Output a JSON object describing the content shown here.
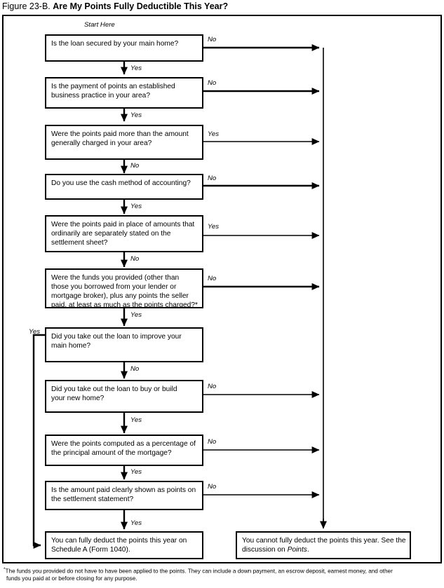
{
  "figure": {
    "label": "Figure 23-B.",
    "title": "Are My Points Fully Deductible This Year?"
  },
  "start_label": "Start Here",
  "nodes": [
    {
      "id": "q1",
      "lines": [
        "Is the loan secured by your main home?"
      ],
      "branch_down": "Yes",
      "branch_right": "No"
    },
    {
      "id": "q2",
      "lines": [
        "Is the payment of points an established",
        "business practice in your area?"
      ],
      "branch_down": "Yes",
      "branch_right": "No"
    },
    {
      "id": "q3",
      "lines": [
        "Were the points paid more than the amount",
        "generally charged in your area?"
      ],
      "branch_down": "No",
      "branch_right": "Yes"
    },
    {
      "id": "q4",
      "lines": [
        "Do you use the cash method of accounting?"
      ],
      "branch_down": "Yes",
      "branch_right": "No"
    },
    {
      "id": "q5",
      "lines": [
        "Were the points paid in place of amounts that",
        "ordinarily are separately stated on the",
        "settlement sheet?"
      ],
      "branch_down": "No",
      "branch_right": "Yes"
    },
    {
      "id": "q6",
      "lines": [
        "Were the funds you provided (other than",
        "those you borrowed from your lender or",
        "mortgage broker), plus any points the seller",
        "paid, at least as much as the points charged?*"
      ],
      "branch_down": "Yes",
      "branch_right": "No"
    },
    {
      "id": "q7",
      "lines": [
        "Did you take out the loan to improve your",
        "main home?"
      ],
      "branch_down": "No",
      "branch_left": "Yes"
    },
    {
      "id": "q8",
      "lines": [
        "Did you take out the loan to buy or build",
        "your new home?"
      ],
      "branch_down": "Yes",
      "branch_right": "No"
    },
    {
      "id": "q9",
      "lines": [
        "Were the points computed as a percentage of",
        "the principal amount of the mortgage?"
      ],
      "branch_down": "Yes",
      "branch_right": "No"
    },
    {
      "id": "q10",
      "lines": [
        "Is the amount paid clearly shown as points on",
        "the settlement statement?"
      ],
      "branch_down": "Yes",
      "branch_right": "No"
    }
  ],
  "outcomes": {
    "yes_outcome": {
      "line1": "You can fully deduct the points this year on",
      "line2": "Schedule A (Form 1040)."
    },
    "no_outcome": {
      "line1_a": "You cannot fully deduct the points this year. See the",
      "line2_a": "discussion on ",
      "line2_italic": "Points",
      "line2_b": "."
    }
  },
  "footnote": {
    "marker": "*",
    "line1": "The funds you provided do not have to have been applied to the points. They can include a down payment, an escrow deposit, earnest money, and other",
    "line2": "funds you paid at or before closing for any purpose."
  }
}
